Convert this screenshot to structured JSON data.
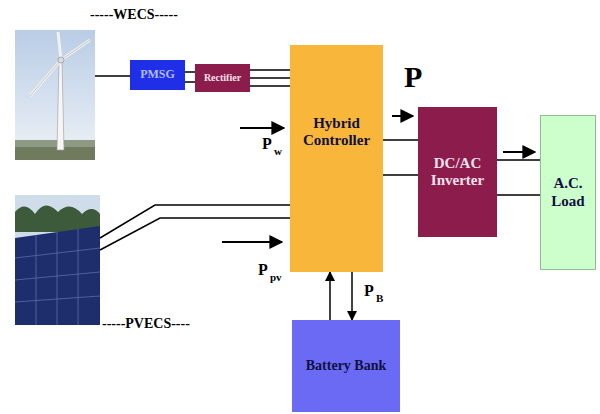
{
  "diagram": {
    "nodes": [
      {
        "text": [
          "PMSG"
        ]
      },
      {
        "text": [
          "Rectifier"
        ]
      },
      {
        "text": [
          "Hybrid Controller"
        ]
      },
      {
        "text": [
          "DC/AC Inverter"
        ]
      },
      {
        "text": [
          "A.C. Load"
        ]
      },
      {
        "text": [
          "Battery Bank"
        ]
      }
    ],
    "edges": [
      {
        "from": 0,
        "to": 1,
        "arrow": "none"
      },
      {
        "from": 1,
        "to": 2,
        "arrow": "none"
      },
      {
        "from": 2,
        "to": 3,
        "arrow": "none"
      },
      {
        "from": 3,
        "to": 4,
        "arrow": "none"
      },
      {
        "from": 5,
        "to": 2,
        "arrow": "to"
      },
      {
        "from": 2,
        "to": 5,
        "arrow": "to"
      }
    ],
    "labels": [
      "-----WECS-----",
      "P",
      "P",
      "w",
      "P",
      "pv",
      "P",
      "B",
      "-----PVECS----"
    ]
  }
}
